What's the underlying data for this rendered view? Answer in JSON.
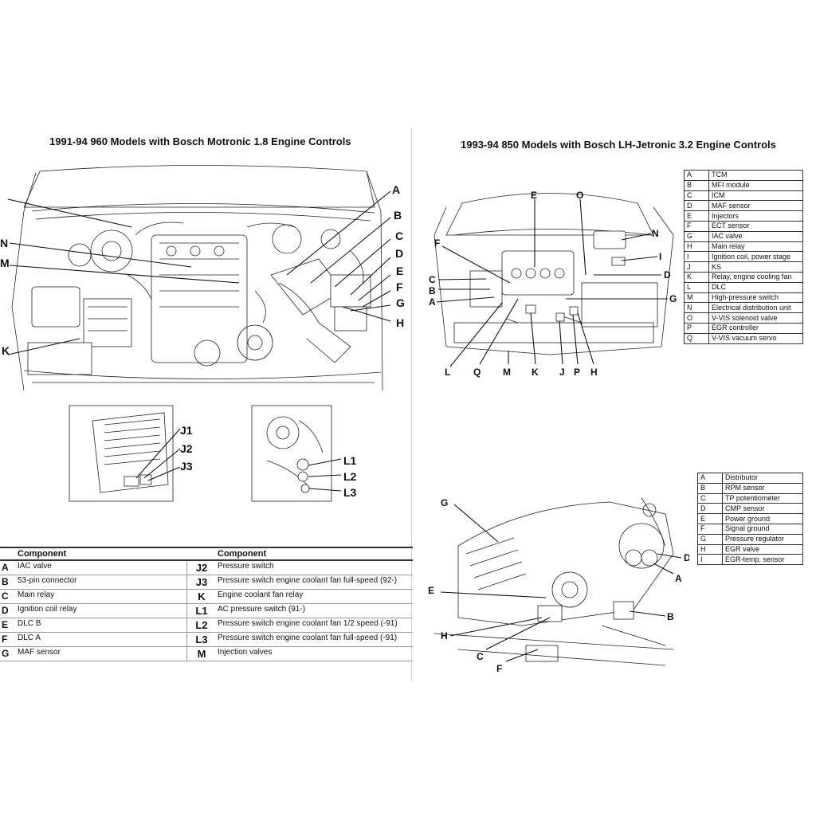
{
  "left": {
    "title": "1991-94 960 Models with Bosch Motronic 1.8 Engine Controls",
    "main_callouts": [
      "A",
      "B",
      "C",
      "D",
      "E",
      "F",
      "G",
      "H",
      "N",
      "M",
      "K"
    ],
    "detail_j_callouts": [
      "J1",
      "J2",
      "J3"
    ],
    "detail_l_callouts": [
      "L1",
      "L2",
      "L3"
    ],
    "components_header": [
      "Component",
      "Component"
    ],
    "components": [
      {
        "code_a": "A",
        "name_a": "IAC valve",
        "code_b": "J2",
        "name_b": "Pressure switch"
      },
      {
        "code_a": "B",
        "name_a": "53-pin connector",
        "code_b": "J3",
        "name_b": "Pressure switch engine coolant fan full-speed (92-)"
      },
      {
        "code_a": "C",
        "name_a": "Main relay",
        "code_b": "K",
        "name_b": "Engine coolant fan relay"
      },
      {
        "code_a": "D",
        "name_a": "Ignition coil relay",
        "code_b": "L1",
        "name_b": "AC pressure switch (91-)"
      },
      {
        "code_a": "E",
        "name_a": "DLC B",
        "code_b": "L2",
        "name_b": "Pressure switch engine coolant fan 1/2 speed (-91)"
      },
      {
        "code_a": "F",
        "name_a": "DLC A",
        "code_b": "L3",
        "name_b": "Pressure switch engine coolant fan full-speed (-91)"
      },
      {
        "code_a": "G",
        "name_a": "MAF sensor",
        "code_b": "M",
        "name_b": "Injection valves"
      }
    ]
  },
  "right": {
    "title": "1993-94 850 Models with Bosch LH-Jetronic 3.2 Engine Controls",
    "top_callouts": [
      "E",
      "O",
      "F",
      "N",
      "I",
      "C",
      "D",
      "B",
      "G",
      "A",
      "L",
      "Q",
      "M",
      "K",
      "J",
      "P",
      "H"
    ],
    "top_key": [
      {
        "k": "A",
        "v": "TCM"
      },
      {
        "k": "B",
        "v": "MFI module"
      },
      {
        "k": "C",
        "v": "ICM"
      },
      {
        "k": "D",
        "v": "MAF sensor"
      },
      {
        "k": "E",
        "v": "Injectors"
      },
      {
        "k": "F",
        "v": "ECT sensor"
      },
      {
        "k": "G",
        "v": "IAC valve"
      },
      {
        "k": "H",
        "v": "Main relay"
      },
      {
        "k": "I",
        "v": "Ignition coil, power stage"
      },
      {
        "k": "J",
        "v": "KS"
      },
      {
        "k": "K",
        "v": "Relay, engine cooling fan"
      },
      {
        "k": "L",
        "v": "DLC"
      },
      {
        "k": "M",
        "v": "High-pressure switch"
      },
      {
        "k": "N",
        "v": "Electrical distribution unit"
      },
      {
        "k": "O",
        "v": "V-VIS solenoid valve"
      },
      {
        "k": "P",
        "v": "EGR controller"
      },
      {
        "k": "Q",
        "v": "V-VIS vacuum servo"
      }
    ],
    "bottom_callouts": [
      "G",
      "D",
      "A",
      "E",
      "B",
      "H",
      "C",
      "F"
    ],
    "bottom_key": [
      {
        "k": "A",
        "v": "Distributor"
      },
      {
        "k": "B",
        "v": "RPM sensor"
      },
      {
        "k": "C",
        "v": "TP potentiometer"
      },
      {
        "k": "D",
        "v": "CMP sensor"
      },
      {
        "k": "E",
        "v": "Power ground"
      },
      {
        "k": "F",
        "v": "Signal ground"
      },
      {
        "k": "G",
        "v": "Pressure regulator"
      },
      {
        "k": "H",
        "v": "EGR valve"
      },
      {
        "k": "I",
        "v": "EGR-temp. sensor"
      }
    ]
  }
}
